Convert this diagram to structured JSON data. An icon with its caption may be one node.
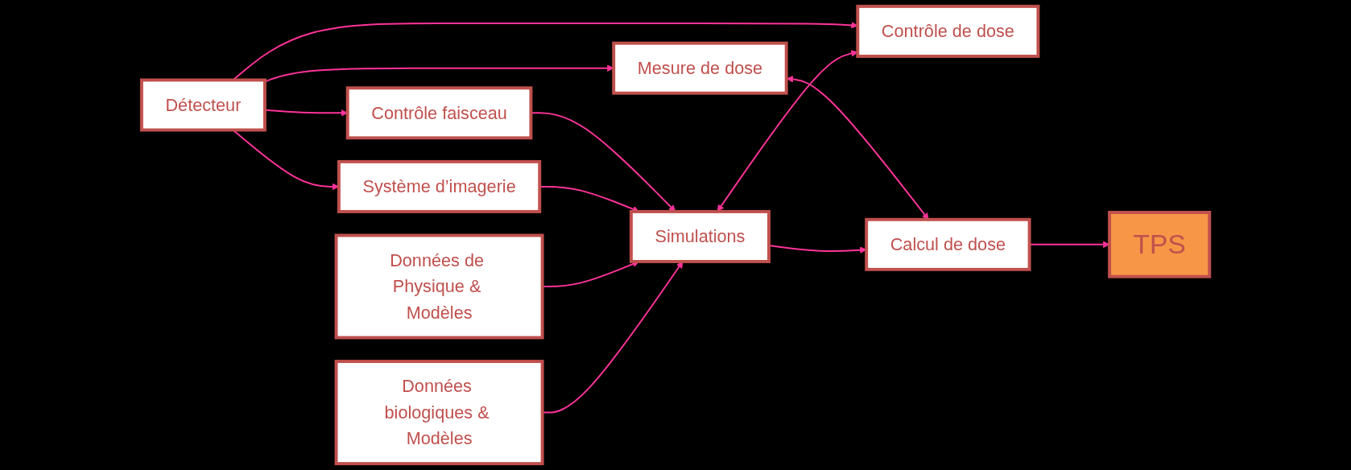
{
  "diagram": {
    "nodes": [
      {
        "text": [
          "Détecteur"
        ]
      },
      {
        "text": [
          "Mesure de dose"
        ]
      },
      {
        "text": [
          "Contrôle de dose"
        ]
      },
      {
        "text": [
          "Contrôle faisceau"
        ]
      },
      {
        "text": [
          "Système d’imagerie"
        ]
      },
      {
        "text": [
          "Calcul de dose"
        ]
      },
      {
        "text": [
          "TPS"
        ]
      },
      {
        "text": [
          "Simulations"
        ]
      },
      {
        "text": [
          "Données de Physique & Modèles"
        ]
      },
      {
        "text": [
          "Données biologiques & Modèles"
        ]
      }
    ],
    "edges": [
      {
        "from": 0,
        "to": 1,
        "arrow": "to"
      },
      {
        "from": 0,
        "to": 2,
        "arrow": "to"
      },
      {
        "from": 0,
        "to": 3,
        "arrow": "to"
      },
      {
        "from": 0,
        "to": 4,
        "arrow": "to"
      },
      {
        "from": 1,
        "to": 5,
        "arrow": "both"
      },
      {
        "from": 5,
        "to": 6,
        "arrow": "to"
      },
      {
        "from": 7,
        "to": 5,
        "arrow": "to"
      },
      {
        "from": 7,
        "to": 2,
        "arrow": "both"
      },
      {
        "from": 3,
        "to": 7,
        "arrow": "to"
      },
      {
        "from": 4,
        "to": 7,
        "arrow": "to"
      },
      {
        "from": 8,
        "to": 7,
        "arrow": "to"
      },
      {
        "from": 9,
        "to": 7,
        "arrow": "to"
      }
    ]
  }
}
